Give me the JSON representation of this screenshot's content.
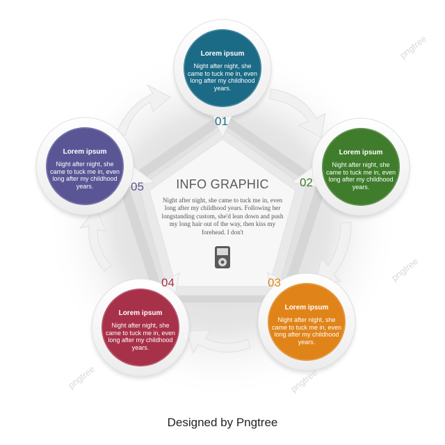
{
  "title": "INFO GRAPHIC",
  "body": "Night after night, she came to tuck me in, even long after my childhood years. Following her longstanding custom, she'd lean down and push my long hair out of the way, then kiss my forehead. I don't",
  "items": [
    {
      "number": "01",
      "heading": "Lorem ipsum",
      "text": "Night after night, she came to tuck me in, even long after my childhood years.",
      "color": "#1b6a86",
      "number_color": "#1f6c86"
    },
    {
      "number": "02",
      "heading": "Lorem ipsum",
      "text": "Night after night, she came to tuck me in, even long after my childhood years.",
      "color": "#3f7d2c",
      "number_color": "#3f7d2c"
    },
    {
      "number": "03",
      "heading": "Lorem ipsum",
      "text": "Night after night, she came to tuck me in, even long after my childhood years.",
      "color": "#e0841a",
      "number_color": "#e0841a"
    },
    {
      "number": "04",
      "heading": "Lorem ipsum",
      "text": "Night after night, she came to tuck me in, even long after my childhood years.",
      "color": "#a8314a",
      "number_color": "#a8314a"
    },
    {
      "number": "05",
      "heading": "Lorem ipsum",
      "text": "Night after night, she came to tuck me in, even long after my childhood years.",
      "color": "#5a5696",
      "number_color": "#5a5696"
    }
  ],
  "center_icon": "device-icon",
  "footer": "Designed by Pngtree",
  "watermark": "pngtree"
}
